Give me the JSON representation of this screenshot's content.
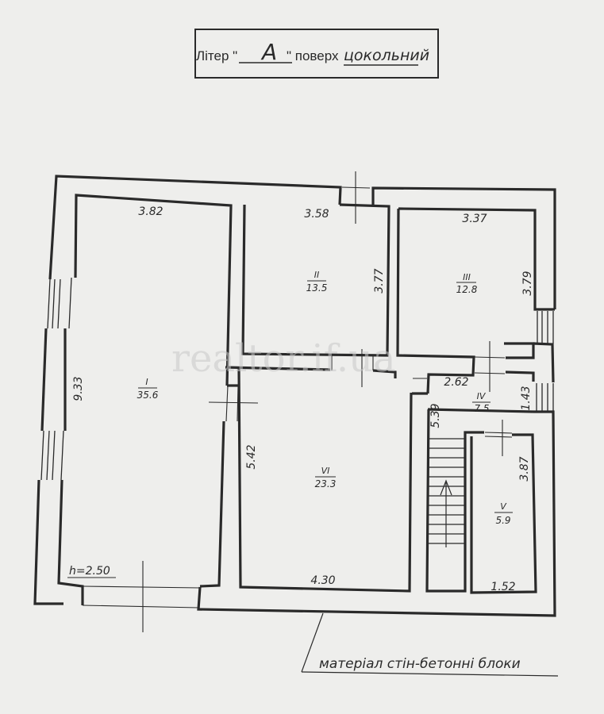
{
  "title_block": {
    "prefix": "Літер \"",
    "letter": "А",
    "middle": "\" поверх",
    "floor": "цокольний"
  },
  "rooms": [
    {
      "id": "I",
      "numeral": "I",
      "area": "35.6"
    },
    {
      "id": "II",
      "numeral": "II",
      "area": "13.5"
    },
    {
      "id": "III",
      "numeral": "III",
      "area": "12.8"
    },
    {
      "id": "IV",
      "numeral": "IV",
      "area": "7.5"
    },
    {
      "id": "V",
      "numeral": "V",
      "area": "5.9"
    },
    {
      "id": "VI",
      "numeral": "VI",
      "area": "23.3"
    }
  ],
  "dimensions": {
    "room_I_width": "3.82",
    "room_I_length": "9.33",
    "room_II_width": "3.58",
    "room_II_length": "3.77",
    "room_III_width": "3.37",
    "room_III_length": "3.79",
    "room_IV_width": "2.62",
    "room_IV_length": "1.43",
    "stair_length": "5.39",
    "room_V_length": "3.87",
    "room_V_width": "1.52",
    "room_VI_length": "5.42",
    "room_VI_width": "4.30"
  },
  "ceiling_height": "h=2.50",
  "material_note": "матеріал стін-бетонні блоки",
  "watermark": "realtor.if.ua",
  "colors": {
    "paper": "#eeeeec",
    "ink": "#2a2a2a"
  }
}
